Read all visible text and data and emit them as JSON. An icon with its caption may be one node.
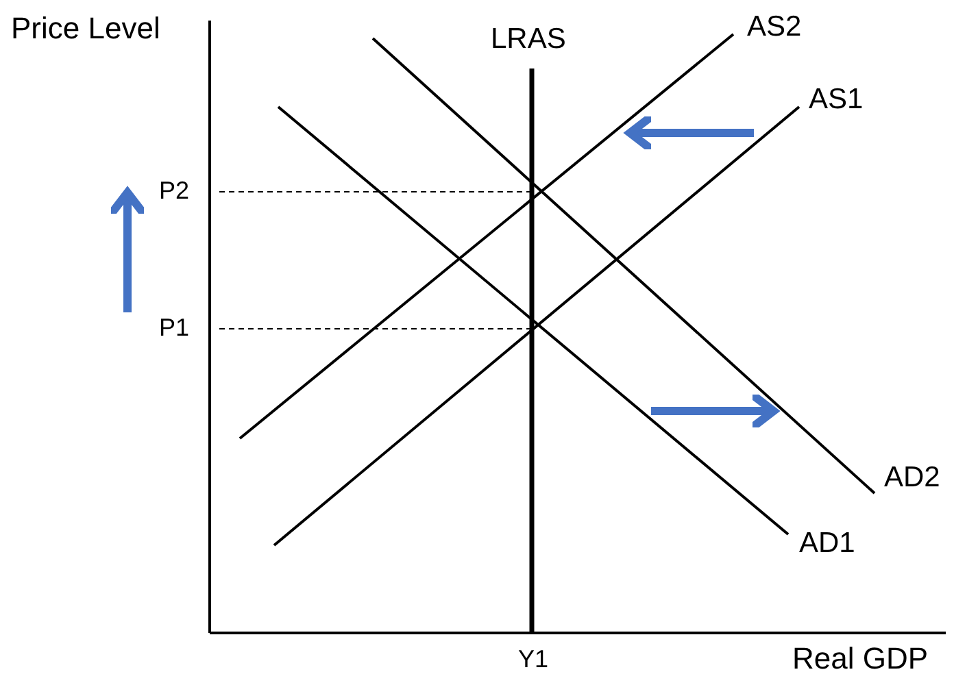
{
  "diagram": {
    "labels": [
      "Price Level",
      "LRAS",
      "AS2",
      "AS1",
      "P2",
      "P1",
      "AD2",
      "AD1",
      "Y1",
      "Real GDP"
    ]
  }
}
